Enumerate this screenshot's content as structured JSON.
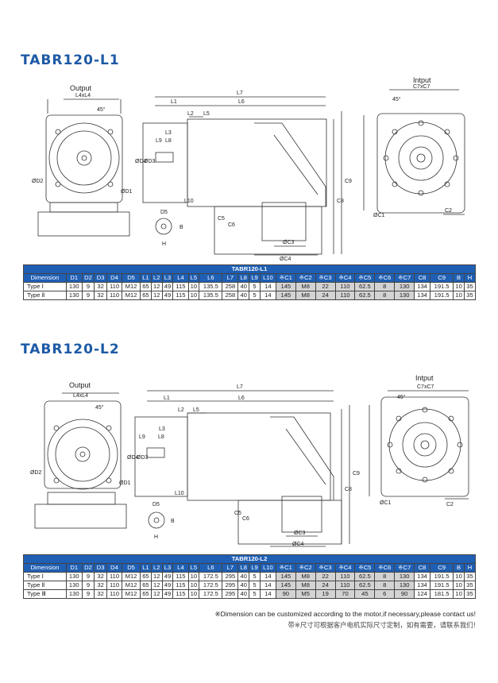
{
  "sections": [
    {
      "title": "TABR120-L1",
      "table_caption": "TABR120-L1",
      "rows": [
        [
          "Type Ⅰ",
          "130",
          "9",
          "32",
          "110",
          "M12",
          "65",
          "12",
          "49",
          "115",
          "10",
          "135.5",
          "258",
          "40",
          "5",
          "14",
          "145",
          "M8",
          "22",
          "110",
          "62.5",
          "8",
          "130",
          "134",
          "191.5",
          "10",
          "35"
        ],
        [
          "Type Ⅱ",
          "130",
          "9",
          "32",
          "110",
          "M12",
          "65",
          "12",
          "49",
          "115",
          "10",
          "135.5",
          "258",
          "40",
          "5",
          "14",
          "145",
          "M8",
          "24",
          "110",
          "62.5",
          "8",
          "130",
          "134",
          "191.5",
          "10",
          "35"
        ]
      ]
    },
    {
      "title": "TABR120-L2",
      "table_caption": "TABR120-L2",
      "rows": [
        [
          "Type Ⅰ",
          "130",
          "9",
          "32",
          "110",
          "M12",
          "65",
          "12",
          "49",
          "115",
          "10",
          "172.5",
          "295",
          "40",
          "5",
          "14",
          "145",
          "M8",
          "22",
          "110",
          "62.5",
          "8",
          "130",
          "134",
          "191.5",
          "10",
          "35"
        ],
        [
          "Type Ⅱ",
          "130",
          "9",
          "32",
          "110",
          "M12",
          "65",
          "12",
          "49",
          "115",
          "10",
          "172.5",
          "295",
          "40",
          "5",
          "14",
          "145",
          "M8",
          "24",
          "110",
          "62.5",
          "8",
          "130",
          "134",
          "191.5",
          "10",
          "35"
        ],
        [
          "Type Ⅲ",
          "130",
          "9",
          "32",
          "110",
          "M12",
          "65",
          "12",
          "49",
          "115",
          "10",
          "172.5",
          "295",
          "40",
          "5",
          "14",
          "90",
          "M5",
          "19",
          "70",
          "45",
          "6",
          "90",
          "124",
          "181.5",
          "10",
          "35"
        ]
      ]
    }
  ],
  "columns": [
    "Dimension",
    "D1",
    "D2",
    "D3",
    "D4",
    "D5",
    "L1",
    "L2",
    "L3",
    "L4",
    "L5",
    "L6",
    "L7",
    "L8",
    "L9",
    "L10",
    "※C1",
    "※C2",
    "※C3",
    "※C4",
    "※C5",
    "※C6",
    "※C7",
    "C8",
    "C9",
    "B",
    "H"
  ],
  "drawing_labels": {
    "output": "Output",
    "input": "Intput",
    "l4xl4": "L4xL4",
    "angle": "45°",
    "c7xc7": "C7xC7",
    "d2": "ØD2",
    "d1": "ØD1",
    "d4": "ØD4",
    "d3": "ØD3",
    "d5": "D5",
    "b": "B",
    "h": "H",
    "l1": "L1",
    "l2": "L2",
    "l3": "L3",
    "l5": "L5",
    "l6": "L6",
    "l7": "L7",
    "l8": "L8",
    "l9": "L9",
    "l10": "L10",
    "c1": "ØC1",
    "c2": "C2",
    "c3": "ØC3",
    "c4": "ØC4",
    "c5": "C5",
    "c6": "C6",
    "c8": "C8",
    "c9": "C9"
  },
  "notes": {
    "en": "※Dimension can be customized according to the motor,if necessary,please contact us!",
    "cn": "带※尺寸可根据客户电机实际尺寸定制，如有需要，请联系我们!"
  },
  "colors": {
    "title": "#1d5aa6",
    "table_header": "#1f5fb4",
    "shaded_cell": "#d3d3d3"
  }
}
